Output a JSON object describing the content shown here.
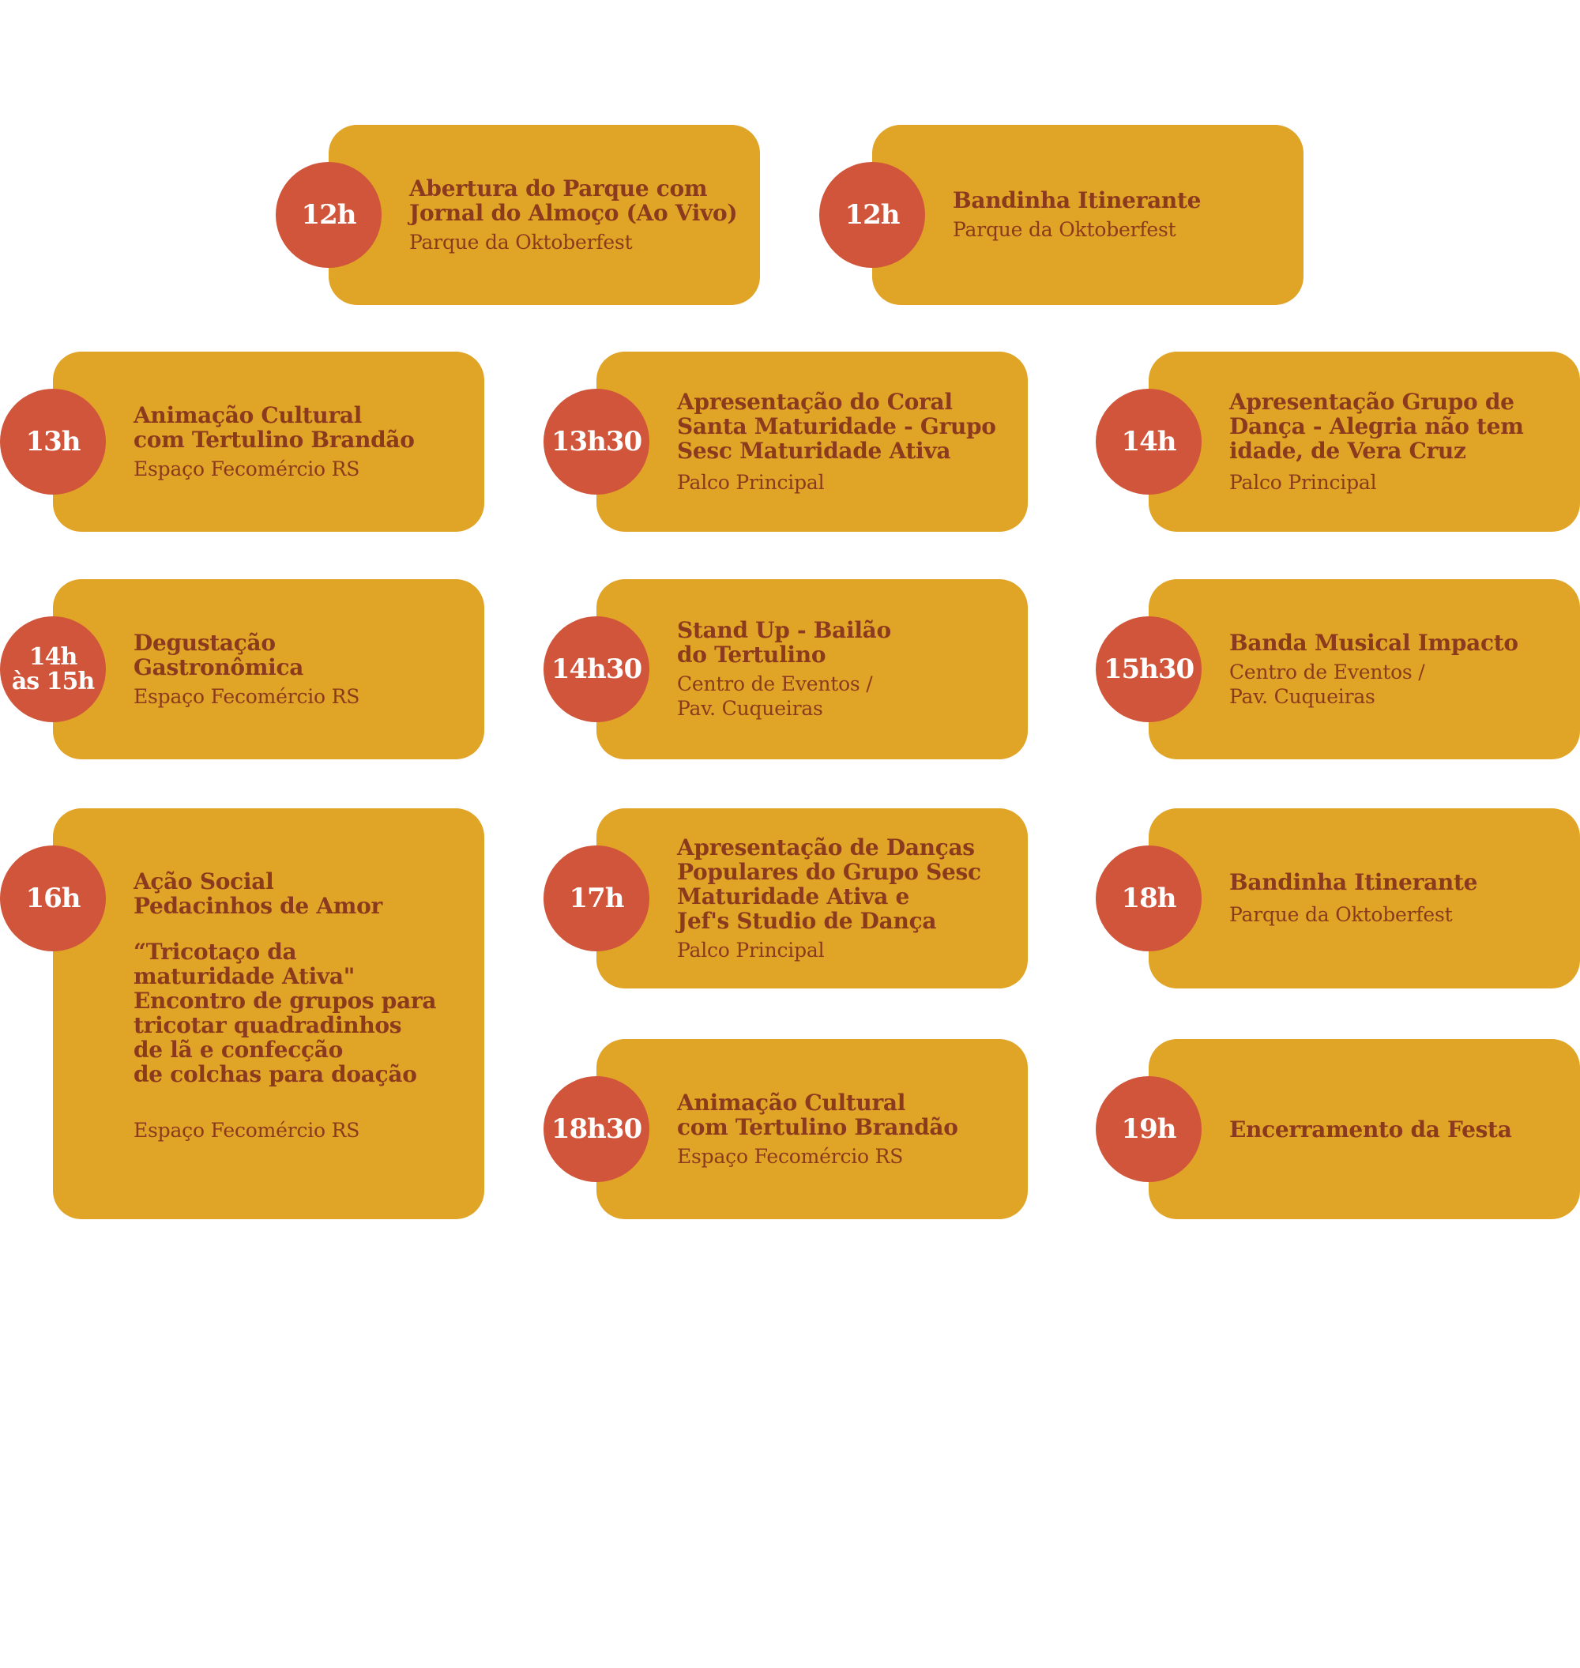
{
  "events": [
    {
      "time": "12h",
      "title": "Abertura do Parque com\nJornal do Almoço (Ao Vivo)",
      "place": "Parque da Oktoberfest"
    },
    {
      "time": "12h",
      "title": "Bandinha Itinerante",
      "place": "Parque da Oktoberfest"
    },
    {
      "time": "13h",
      "title": "Animação Cultural\ncom Tertulino Brandão",
      "place": "Espaço Fecomércio RS"
    },
    {
      "time": "13h30",
      "title": "Apresentação do Coral\nSanta Maturidade - Grupo\nSesc Maturidade Ativa",
      "place": "Palco Principal"
    },
    {
      "time": "14h",
      "title": "Apresentação Grupo de\nDança - Alegria não tem\nidade, de Vera Cruz",
      "place": "Palco Principal"
    },
    {
      "time": "14h\nàs 15h",
      "title": "Degustação\nGastronômica",
      "place": "Espaço Fecomércio RS"
    },
    {
      "time": "14h30",
      "title": "Stand Up - Bailão\ndo Tertulino",
      "place": "Centro de Eventos /\nPav. Cuqueiras"
    },
    {
      "time": "15h30",
      "title": "Banda Musical Impacto",
      "place": "Centro de Eventos /\nPav. Cuqueiras"
    },
    {
      "time": "16h",
      "title": "Ação Social\nPedacinhos de Amor",
      "desc": "“Tricotaço da\nmaturidade Ativa\"\nEncontro de grupos para\ntricotar quadradinhos\nde lã e confecção\nde colchas para doação",
      "place": "Espaço Fecomércio RS"
    },
    {
      "time": "17h",
      "title": "Apresentação de Danças\nPopulares do Grupo Sesc\nMaturidade Ativa e\nJef's Studio de Dança",
      "place": "Palco Principal"
    },
    {
      "time": "18h",
      "title": "Bandinha Itinerante",
      "place": "Parque da Oktoberfest"
    },
    {
      "time": "18h30",
      "title": "Animação Cultural\ncom Tertulino Brandão",
      "place": "Espaço Fecomércio RS"
    },
    {
      "time": "19h",
      "title": "Encerramento da Festa"
    }
  ]
}
